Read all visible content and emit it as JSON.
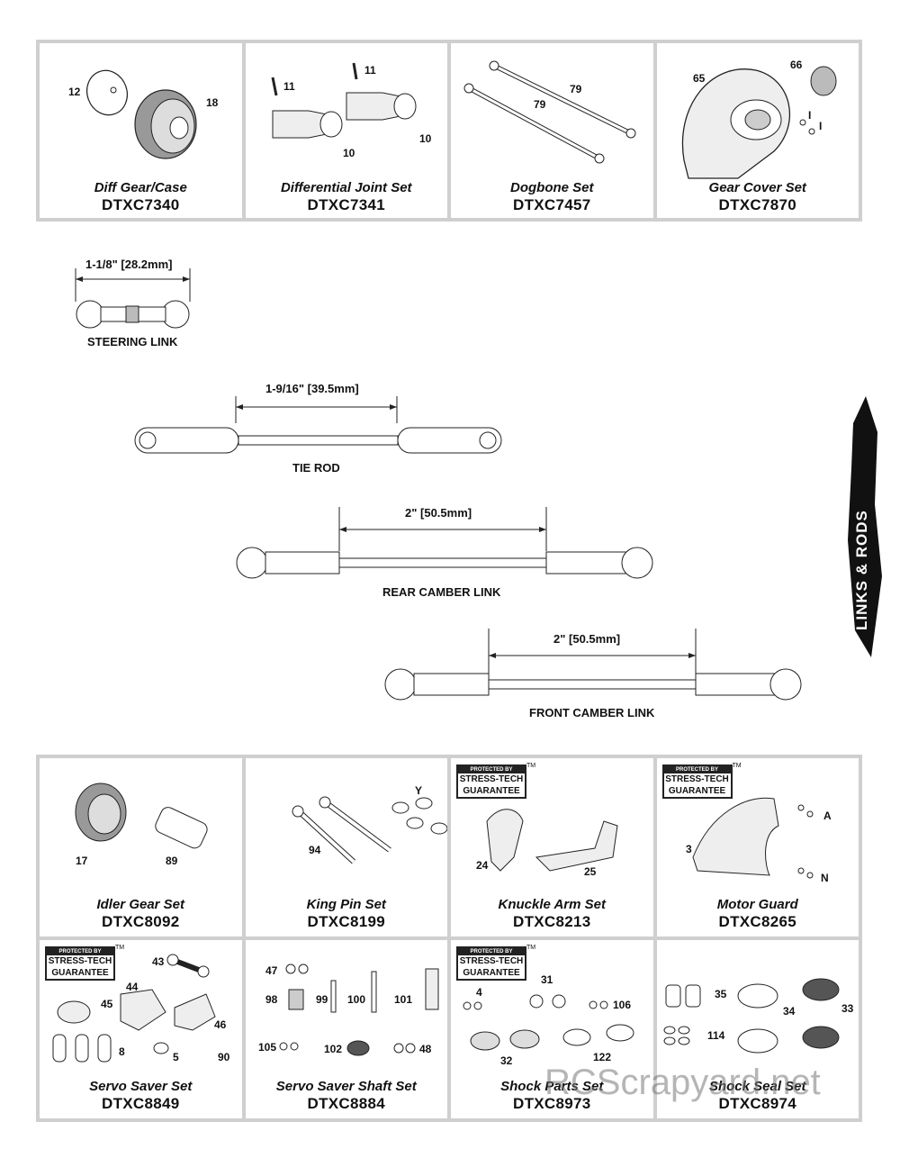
{
  "top_parts": [
    {
      "title": "Diff Gear/Case",
      "code": "DTXC7340",
      "callouts": [
        "12",
        "18"
      ]
    },
    {
      "title": "Differential Joint Set",
      "code": "DTXC7341",
      "callouts": [
        "11",
        "11",
        "10",
        "10"
      ]
    },
    {
      "title": "Dogbone Set",
      "code": "DTXC7457",
      "callouts": [
        "79",
        "79"
      ]
    },
    {
      "title": "Gear Cover Set",
      "code": "DTXC7870",
      "callouts": [
        "65",
        "66",
        "I",
        "I"
      ]
    }
  ],
  "links": {
    "steering": {
      "dimension": "1-1/8\" [28.2mm]",
      "caption": "STEERING LINK"
    },
    "tie_rod": {
      "dimension": "1-9/16\" [39.5mm]",
      "caption": "TIE ROD"
    },
    "rear_camber": {
      "dimension": "2\" [50.5mm]",
      "caption": "REAR CAMBER LINK"
    },
    "front_camber": {
      "dimension": "2\" [50.5mm]",
      "caption": "FRONT CAMBER LINK"
    }
  },
  "side_tab": {
    "label": "LINKS & RODS"
  },
  "badge": {
    "line1": "PROTECTED BY",
    "line2": "STRESS-TECH",
    "line3": "GUARANTEE",
    "tm": "TM"
  },
  "bottom_parts": [
    {
      "title": "Idler Gear Set",
      "code": "DTXC8092",
      "callouts": [
        "17",
        "89"
      ]
    },
    {
      "title": "King Pin Set",
      "code": "DTXC8199",
      "callouts": [
        "94",
        "Y"
      ]
    },
    {
      "title": "Knuckle Arm Set",
      "code": "DTXC8213",
      "callouts": [
        "24",
        "25"
      ]
    },
    {
      "title": "Motor Guard",
      "code": "DTXC8265",
      "callouts": [
        "3",
        "A",
        "N"
      ]
    },
    {
      "title": "Servo Saver Set",
      "code": "DTXC8849",
      "callouts": [
        "43",
        "44",
        "45",
        "46",
        "8",
        "5",
        "90"
      ]
    },
    {
      "title": "Servo Saver Shaft Set",
      "code": "DTXC8884",
      "callouts": [
        "47",
        "98",
        "99",
        "100",
        "101",
        "105",
        "102",
        "48"
      ]
    },
    {
      "title": "Shock Parts Set",
      "code": "DTXC8973",
      "callouts": [
        "4",
        "31",
        "106",
        "32",
        "122"
      ]
    },
    {
      "title": "Shock Seal Set",
      "code": "DTXC8974",
      "callouts": [
        "35",
        "34",
        "33",
        "114"
      ]
    }
  ],
  "watermark": "RCScrapyard.net"
}
